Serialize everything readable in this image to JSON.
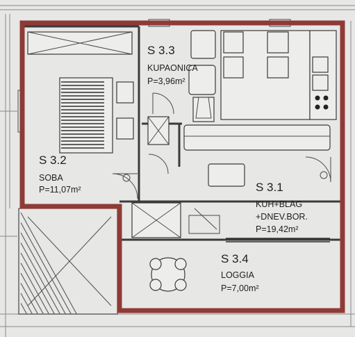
{
  "colors": {
    "wall": "#8e3b37",
    "background": "#e7e7e5",
    "ink": "#1e1e1e"
  },
  "rooms": [
    {
      "code": "S 3.3",
      "name": "KUPAONICA",
      "area": "P=3,96m²"
    },
    {
      "code": "S 3.2",
      "name": "SOBA",
      "area": "P=11,07m²"
    },
    {
      "code": "S 3.1",
      "name_line1": "KUH+BLAG",
      "name_line2": "+DNEV.BOR.",
      "area": "P=19,42m²"
    },
    {
      "code": "S 3.4",
      "name": "LOGGIA",
      "area": "P=7,00m²"
    }
  ]
}
